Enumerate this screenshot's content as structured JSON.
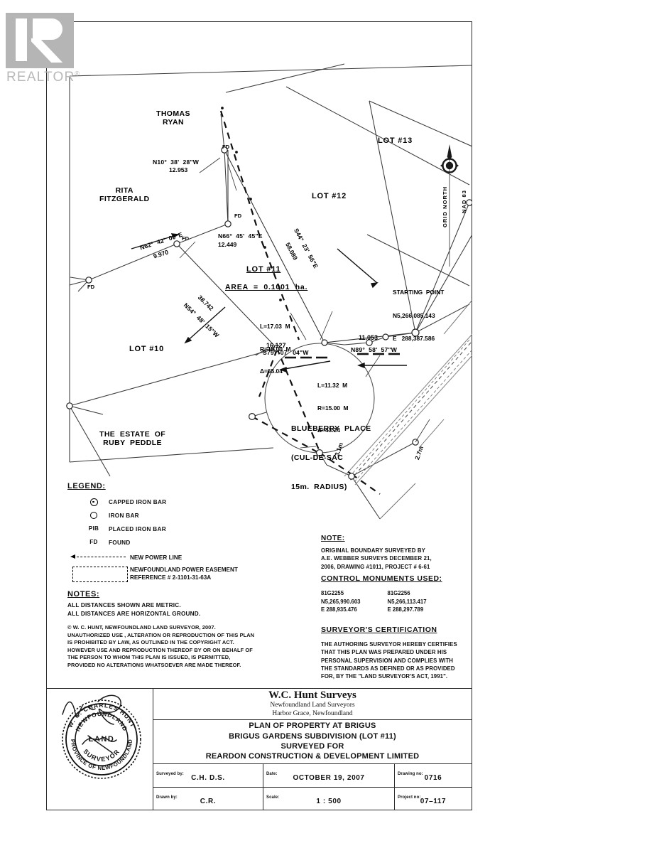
{
  "watermark": {
    "text": "REALTOR",
    "registered": "®"
  },
  "plan": {
    "neighbors": [
      {
        "name": "THOMAS\nRYAN"
      },
      {
        "name": "RITA\nFITZGERALD"
      },
      {
        "name": "THE  ESTATE  OF\nRUBY  PEDDLE"
      }
    ],
    "lots": [
      {
        "label": "LOT #13"
      },
      {
        "label": "LOT #12"
      },
      {
        "label": "LOT #11"
      },
      {
        "label": "LOT #10"
      }
    ],
    "subject_lot": "LOT #11",
    "area": "AREA  =  0.1001  ha.",
    "bearings": [
      {
        "bearing": "N10°  38'  28\"W",
        "distance": "12.953"
      },
      {
        "bearing": "N62°  42'  00\"E",
        "distance": "9.970"
      },
      {
        "bearing": "N66°  45'  45\"E",
        "distance": "12.449"
      },
      {
        "bearing": "S44°  23'  56\"E",
        "distance": "58.089"
      },
      {
        "bearing": "N54°  48'  15\"W",
        "distance": "38.742"
      },
      {
        "bearing": "S79°  07'  04\"W",
        "distance": "16.127"
      },
      {
        "bearing": "N89°  58'  57\"W",
        "distance": "11.053"
      }
    ],
    "curves": [
      {
        "L": "L=17.03  M",
        "R": "R=15.00  M",
        "delta": "Δ=65.04"
      },
      {
        "L": "L=11.32  M",
        "R": "R=15.00  M",
        "delta": "Δ=43.24"
      }
    ],
    "starting_point": {
      "title": "STARTING  POINT",
      "north": "N5,266,085.143",
      "east": "E   288,387.586"
    },
    "road": {
      "name": "BLUEBERRY  PLACE",
      "type": "(CUL-DE-SAC",
      "radius": "15m.  RADIUS)"
    },
    "offsets": [
      "3.1m",
      "2.7m"
    ],
    "north_arrow": {
      "line1": "GRID NORTH",
      "line2": "NAD 83"
    },
    "monument_labels": [
      "FD",
      "FD",
      "FD",
      "FD",
      "FD"
    ]
  },
  "legend": {
    "title": "LEGEND:",
    "items": [
      {
        "symbol": "capped-iron-bar-icon",
        "sym_text": "",
        "label": "CAPPED IRON BAR"
      },
      {
        "symbol": "iron-bar-icon",
        "sym_text": "",
        "label": "IRON BAR"
      },
      {
        "symbol": "text",
        "sym_text": "PIB",
        "label": "PLACED IRON BAR"
      },
      {
        "symbol": "text",
        "sym_text": "FD",
        "label": "FOUND"
      }
    ],
    "power_line": "NEW POWER LINE",
    "easement_line1": "NEWFOUNDLAND POWER EASEMENT",
    "easement_line2": "REFERENCE # 2-1101-31-63A"
  },
  "notes": {
    "title": "NOTES:",
    "body": "ALL DISTANCES SHOWN ARE METRIC.\nALL DISTANCES ARE HORIZONTAL GROUND."
  },
  "copyright": "© W. C. HUNT, NEWFOUNDLAND LAND SURVEYOR, 2007. UNAUTHORIZED USE , ALTERATION OR REPRODUCTION OF THIS PLAN IS PROHIBITED BY LAW, AS OUTLINED IN THE COPYRIGHT ACT.  HOWEVER USE AND REPRODUCTION THEREOF BY OR ON BEHALF OF THE PERSON TO WHOM THIS PLAN IS ISSUED, IS PERMITTED, PROVIDED NO ALTERATIONS WHATSOEVER ARE MADE THEREOF.",
  "right_note": {
    "title": "NOTE:",
    "body": "ORIGINAL BOUNDARY SURVEYED BY\nA.E. WEBBER SURVEYS DECEMBER 21,\n2006, DRAWING #1011, PROJECT # 6-61"
  },
  "control_monuments": {
    "title": "CONTROL MONUMENTS USED:",
    "left": {
      "id": "81G2255",
      "north": "N5,265,990.603",
      "east": "E 288,935.476"
    },
    "right": {
      "id": "81G2256",
      "north": "N5,266,113.417",
      "east": "E 288,297.789"
    }
  },
  "certification": {
    "title": "SURVEYOR'S CERTIFICATION",
    "body": "THE AUTHORING SURVEYOR HEREBY CERTIFIES\nTHAT THIS PLAN WAS PREPARED UNDER HIS\nPERSONAL SUPERVISION AND COMPLIES WITH\nTHE STANDARDS AS DEFINED OR AS PROVIDED\nFOR, BY THE \"LAND SURVEYOR'S ACT, 1991\"."
  },
  "seal": {
    "outer_top": "W. C. CHARLES HUNT",
    "inner_top": "NEWFOUNDLAND",
    "center": "LAND",
    "inner_bottom": "SURVEYOR",
    "outer_bottom": "PROVINCE OF NEWFOUNDLAND"
  },
  "title_block": {
    "firm": "W.C. Hunt Surveys",
    "firm_sub1": "Newfoundland Land Surveyors",
    "firm_sub2": "Harbor Grace,  Newfoundland",
    "plan_line1": "PLAN OF PROPERTY AT BRIGUS",
    "plan_line2": "BRIGUS GARDENS SUBDIVISION (LOT #11)",
    "plan_line3": "SURVEYED FOR",
    "plan_line4": "REARDON CONSTRUCTION & DEVELOPMENT LIMITED",
    "surveyed_by_key": "Surveyed by:",
    "surveyed_by_val": "C.H.     D.S.",
    "date_key": "Date:",
    "date_val": "OCTOBER  19,  2007",
    "drawing_no_key": "Drawing no:",
    "drawing_no_val": "0716",
    "drawn_by_key": "Drawn by:",
    "drawn_by_val": "C.R.",
    "scale_key": "Scale:",
    "scale_val": "1  :  500",
    "project_no_key": "Project no:",
    "project_no_val": "07–117"
  }
}
